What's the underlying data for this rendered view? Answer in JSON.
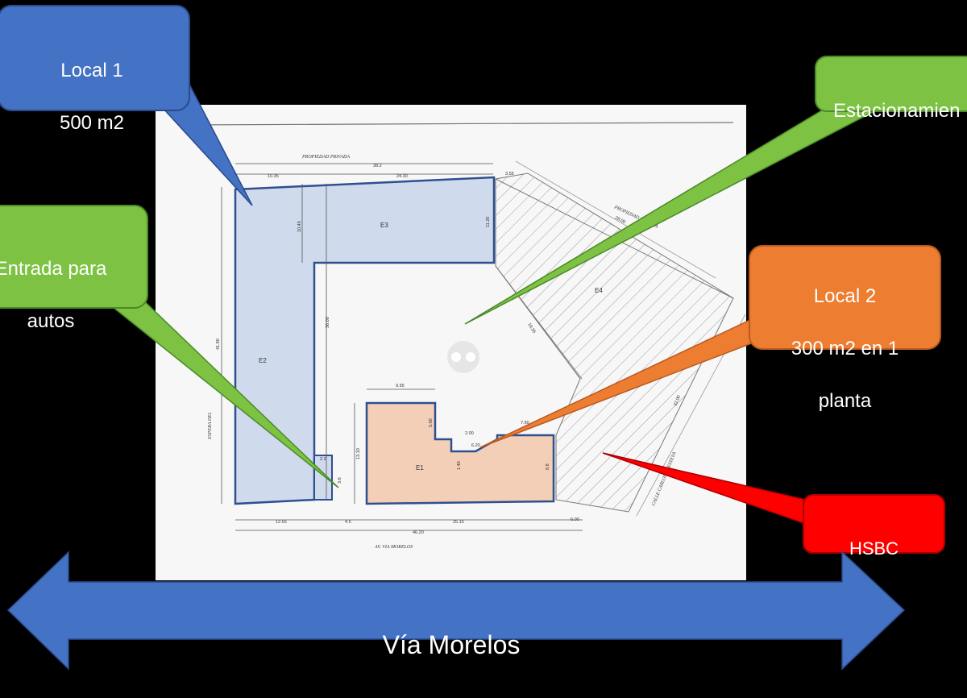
{
  "callouts": {
    "local1": {
      "line1": "Local 1",
      "line2": "500 m2",
      "color": "#4472C4"
    },
    "estacionamiento": {
      "text": "Estacionamien",
      "color": "#7DC243"
    },
    "entrada": {
      "line1": "Entrada para",
      "line2": "autos",
      "color": "#7DC243"
    },
    "local2": {
      "line1": "Local 2",
      "line2": "300 m2 en 1",
      "line3": "planta",
      "color": "#ED7D31"
    },
    "hsbc": {
      "text": "HSBC",
      "color": "#FF0000"
    }
  },
  "street_arrow": {
    "label": "Vía Morelos",
    "color": "#4472C4"
  },
  "plan": {
    "top_label": "PROPIEDAD PRIVADA",
    "bottom_label": "AV. VIA MORELOS",
    "right_label": "CALLE CARLOS M. ESTEVA",
    "left_label": "ESPERA DEL",
    "diag_label": "PROPIEDAD PRIVADA",
    "zones": {
      "e1": "E1",
      "e2": "E2",
      "e3": "E3",
      "e4": "E4"
    },
    "dims": {
      "d_top_total": "38.2",
      "d_top_a": "10.35",
      "d_top_b": "24.30",
      "d_top_c": "3.55",
      "d_e3_h1": "10.45",
      "d_e3_h2": "11.20",
      "d_left_h": "41.80",
      "d_mid_h": "36.00",
      "d_diag": "28.00",
      "d_diag2": "19.35",
      "d_right": "32.00",
      "d_e1_w": "9.55",
      "d_e1_a": "5.00",
      "d_e1_b": "2.00",
      "d_e1_c": "6.20",
      "d_e1_d": "7.60",
      "d_e1_h": "13.10",
      "d_e1_e": "1.40",
      "d_e1_f": "8.8",
      "d_small_a": "2.2",
      "d_small_b": "3.6",
      "d_bottom_a": "12.55",
      "d_bottom_b": "4.5",
      "d_bottom_c": "25.15",
      "d_bottom_d": "6.00",
      "d_bottom_total": "46.20"
    }
  }
}
